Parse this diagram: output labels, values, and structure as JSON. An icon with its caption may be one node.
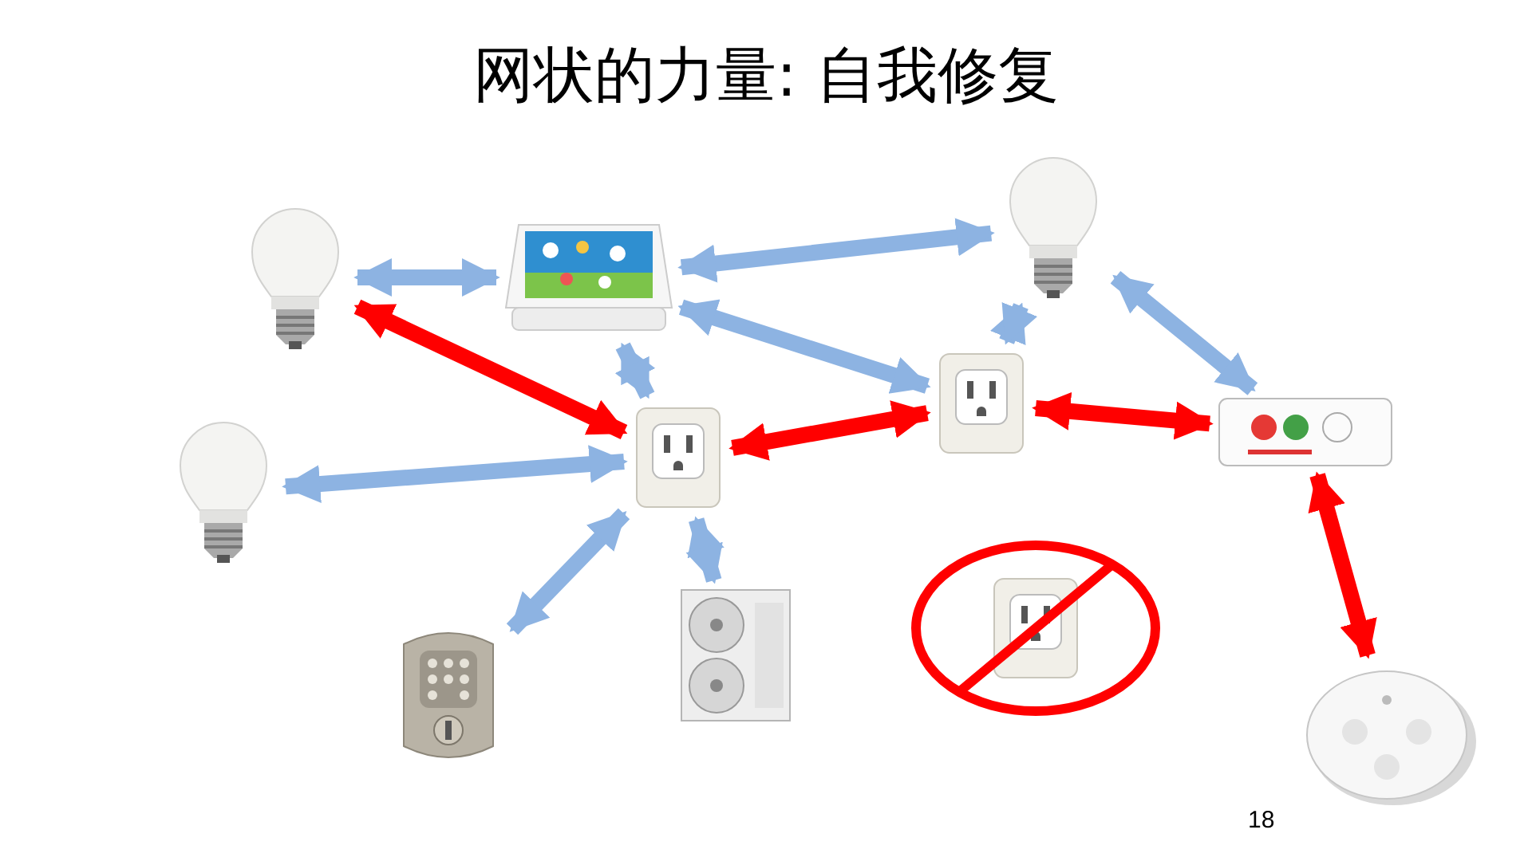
{
  "diagram": {
    "title": "网状的力量: 自我修复",
    "nodes": [
      {
        "text": [],
        "shape": "picture"
      },
      {
        "text": [],
        "shape": "picture"
      },
      {
        "text": [],
        "shape": "picture"
      },
      {
        "text": [],
        "shape": "picture"
      },
      {
        "text": [],
        "shape": "picture"
      },
      {
        "text": [],
        "shape": "picture"
      },
      {
        "text": [],
        "shape": "picture"
      },
      {
        "text": [],
        "shape": "picture"
      },
      {
        "text": [],
        "shape": "picture"
      },
      {
        "text": [],
        "shape": "picture"
      },
      {
        "text": [],
        "shape": "picture"
      }
    ],
    "edges": [
      {
        "from": 0,
        "to": 1,
        "arrow": "both"
      },
      {
        "from": 1,
        "to": 2,
        "arrow": "both"
      },
      {
        "from": 1,
        "to": 4,
        "arrow": "both"
      },
      {
        "from": 1,
        "to": 5,
        "arrow": "both"
      },
      {
        "from": 2,
        "to": 5,
        "arrow": "both"
      },
      {
        "from": 2,
        "to": 6,
        "arrow": "both"
      },
      {
        "from": 3,
        "to": 4,
        "arrow": "both"
      },
      {
        "from": 4,
        "to": 7,
        "arrow": "both"
      },
      {
        "from": 4,
        "to": 8,
        "arrow": "both"
      },
      {
        "from": 0,
        "to": 4,
        "arrow": "both",
        "color": "#ff0000"
      },
      {
        "from": 4,
        "to": 5,
        "arrow": "both",
        "color": "#ff0000"
      },
      {
        "from": 5,
        "to": 6,
        "arrow": "both",
        "color": "#ff0000"
      },
      {
        "from": 6,
        "to": 10,
        "arrow": "both",
        "color": "#ff0000"
      }
    ],
    "labels": [
      "18"
    ]
  }
}
